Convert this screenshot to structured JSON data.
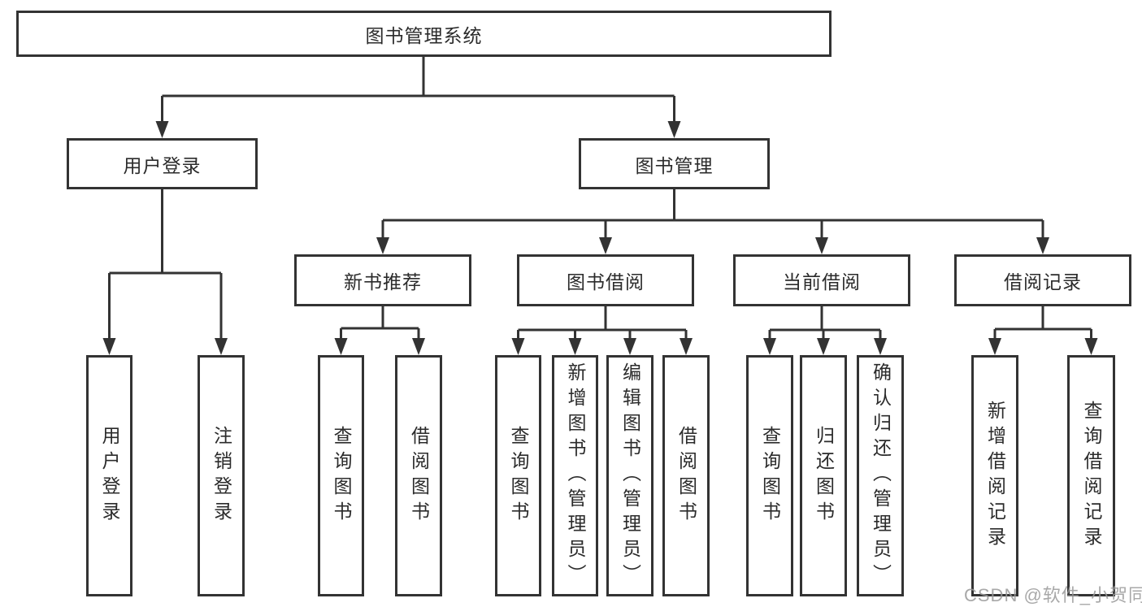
{
  "tree": {
    "root": {
      "label": "图书管理系统"
    },
    "branches": [
      {
        "label": "用户登录",
        "children": [
          {
            "label": "用户登录"
          },
          {
            "label": "注销登录"
          }
        ]
      },
      {
        "label": "图书管理",
        "children": [
          {
            "label": "新书推荐",
            "children": [
              {
                "label": "查询图书"
              },
              {
                "label": "借阅图书"
              }
            ]
          },
          {
            "label": "图书借阅",
            "children": [
              {
                "label": "查询图书"
              },
              {
                "label": "新增图书（管理员）"
              },
              {
                "label": "编辑图书（管理员）"
              },
              {
                "label": "借阅图书"
              }
            ]
          },
          {
            "label": "当前借阅",
            "children": [
              {
                "label": "查询图书"
              },
              {
                "label": "归还图书"
              },
              {
                "label": "确认归还（管理员）"
              }
            ]
          },
          {
            "label": "借阅记录",
            "children": [
              {
                "label": "新增借阅记录"
              },
              {
                "label": "查询借阅记录"
              }
            ]
          }
        ]
      }
    ]
  },
  "watermark": {
    "text": "CSDN @软件_小贺同学"
  },
  "colors": {
    "line": "#333333",
    "border": "#333333",
    "text": "#2b2b2b",
    "watermark": "#9a9a9a",
    "background": "#ffffff"
  }
}
